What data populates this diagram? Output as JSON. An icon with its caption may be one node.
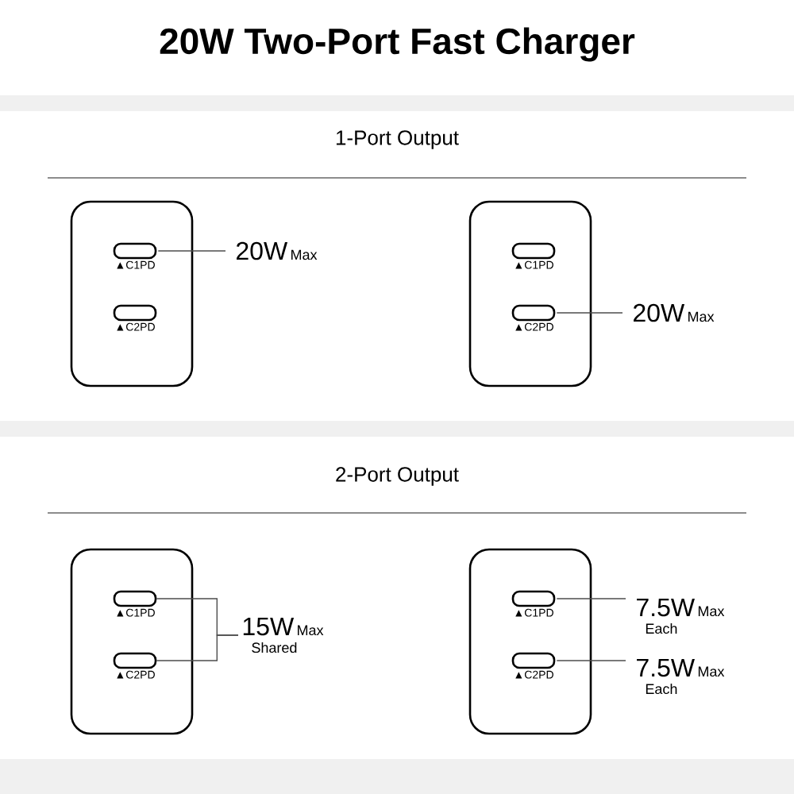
{
  "diagram": {
    "title": "20W Two-Port Fast Charger",
    "nodes": [
      {
        "text": [],
        "shape": "box"
      },
      {
        "text": [
          "▲C1PD"
        ],
        "in": 0
      },
      {
        "text": [
          "▲C2PD"
        ],
        "in": 0
      },
      {
        "text": [
          "20W",
          "Max"
        ]
      },
      {
        "text": [],
        "shape": "box"
      },
      {
        "text": [
          "▲C1PD"
        ],
        "in": 4
      },
      {
        "text": [
          "▲C2PD"
        ],
        "in": 4
      },
      {
        "text": [
          "20W",
          "Max"
        ]
      },
      {
        "text": [],
        "shape": "box"
      },
      {
        "text": [
          "▲C1PD"
        ],
        "in": 8
      },
      {
        "text": [
          "▲C2PD"
        ],
        "in": 8
      },
      {
        "text": [
          "15W",
          "Max",
          "Shared"
        ]
      },
      {
        "text": [],
        "shape": "box"
      },
      {
        "text": [
          "▲C1PD"
        ],
        "in": 12
      },
      {
        "text": [
          "▲C2PD"
        ],
        "in": 12
      },
      {
        "text": [
          "7.5W",
          "Max",
          "Each"
        ]
      },
      {
        "text": [
          "7.5W",
          "Max",
          "Each"
        ]
      }
    ],
    "edges": [
      {
        "from": 1,
        "to": 3,
        "arrow": "none"
      },
      {
        "from": 6,
        "to": 7,
        "arrow": "none"
      },
      {
        "from": 9,
        "to": 11,
        "arrow": "none"
      },
      {
        "from": 10,
        "to": 11,
        "arrow": "none"
      },
      {
        "from": 13,
        "to": 15,
        "arrow": "none"
      },
      {
        "from": 14,
        "to": 16,
        "arrow": "none"
      }
    ],
    "labels": [
      "1-Port Output",
      "2-Port Output"
    ]
  }
}
